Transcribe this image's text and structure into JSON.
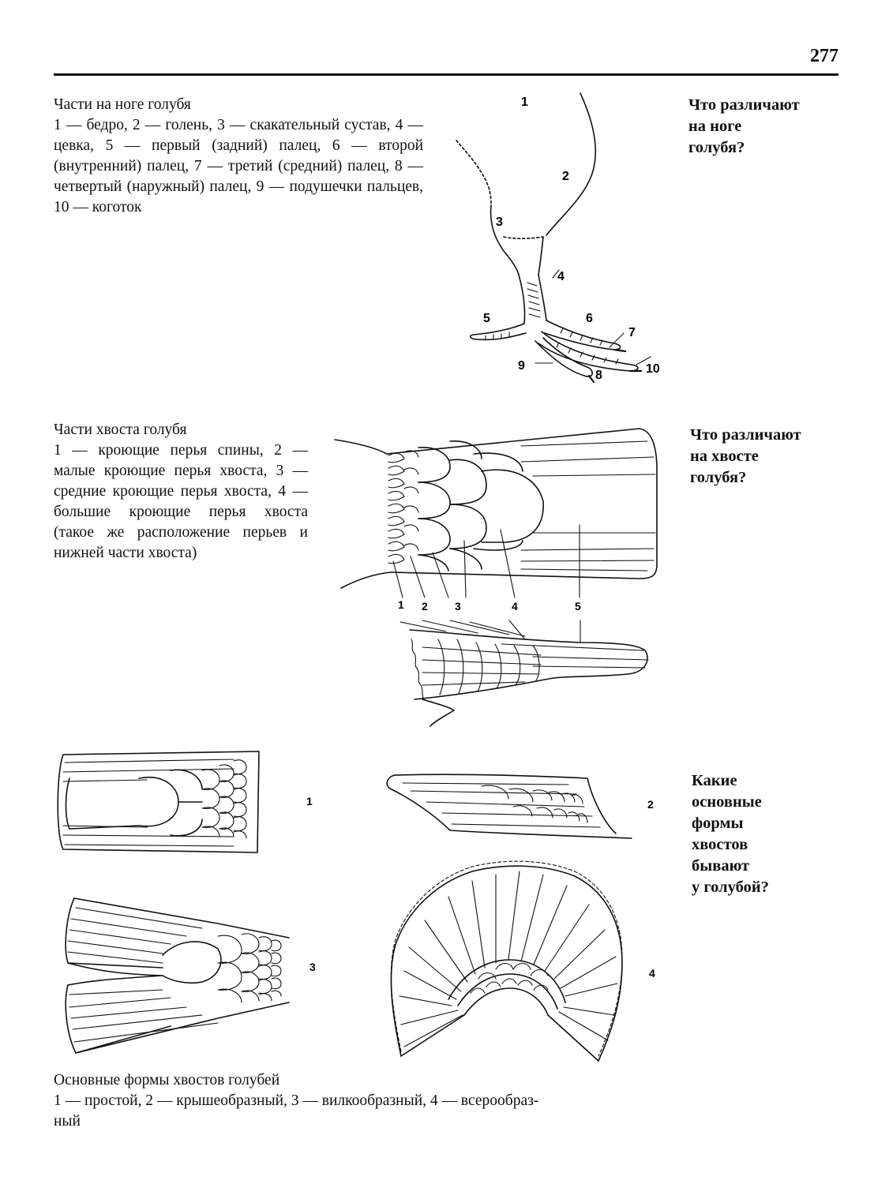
{
  "page": {
    "number": "277"
  },
  "leg": {
    "caption_title": "Части на ноге голубя",
    "caption_body": "1 — бедро, 2 — голень, 3 — скакательный сустав, 4 — цевка, 5 — первый (задний) палец, 6 — второй (внутренний) палец, 7 — третий (средний) палец, 8 — четвертый (наружный) палец, 9 — подушечки пальцев, 10 — коготок",
    "question_lines": [
      "Что различают",
      "на ноге",
      "голубя?"
    ],
    "figure_labels": [
      "1",
      "2",
      "3",
      "4",
      "5",
      "6",
      "7",
      "8",
      "9",
      "10"
    ]
  },
  "tail": {
    "caption_title": "Части хвоста голубя",
    "caption_body": "1 — кроющие перья спины, 2 — малые кроющие перья хвоста, 3 — средние кроющие перья хвоста, 4 — большие кроющие перья хвоста (такое же расположение перьев и нижней части хвоста)",
    "question_lines": [
      "Что различают",
      "на хвосте",
      "голубя?"
    ],
    "figure_labels": [
      "1",
      "2",
      "3",
      "4",
      "5"
    ]
  },
  "forms": {
    "question_lines": [
      "Какие",
      "основные",
      "формы",
      "хвостов",
      "бывают",
      "у голубой?"
    ],
    "figure_labels": [
      "1",
      "2",
      "3",
      "4"
    ],
    "caption_title": "Основные формы хвостов голубей",
    "caption_line1": "1 — простой, 2 — крышеобразный, 3 — вилкообразный, 4 — всерообраз-",
    "caption_line2": "ный"
  }
}
